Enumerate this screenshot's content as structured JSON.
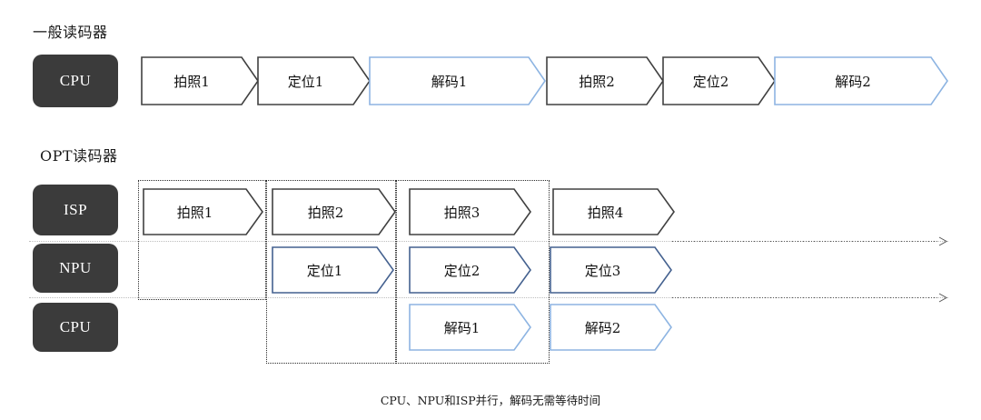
{
  "sections": [
    {
      "id": "general",
      "title": "一般读码器",
      "rows": [
        {
          "label": "CPU",
          "blocks": [
            {
              "text": "拍照1",
              "style": "dark"
            },
            {
              "text": "定位1",
              "style": "dark"
            },
            {
              "text": "解码1",
              "style": "lightblue"
            },
            {
              "text": "拍照2",
              "style": "dark"
            },
            {
              "text": "定位2",
              "style": "dark"
            },
            {
              "text": "解码2",
              "style": "lightblue"
            }
          ]
        }
      ]
    },
    {
      "id": "opt",
      "title": "OPT读码器",
      "rows": [
        {
          "label": "ISP",
          "blocks": [
            {
              "text": "拍照1",
              "style": "dark"
            },
            {
              "text": "拍照2",
              "style": "dark"
            },
            {
              "text": "拍照3",
              "style": "dark"
            },
            {
              "text": "拍照4",
              "style": "dark"
            }
          ]
        },
        {
          "label": "NPU",
          "blocks": [
            {
              "text": "定位1",
              "style": "darkblue"
            },
            {
              "text": "定位2",
              "style": "darkblue"
            },
            {
              "text": "定位3",
              "style": "darkblue"
            }
          ]
        },
        {
          "label": "CPU",
          "blocks": [
            {
              "text": "解码1",
              "style": "lightblue"
            },
            {
              "text": "解码2",
              "style": "lightblue"
            }
          ]
        }
      ]
    }
  ],
  "caption": "CPU、NPU和ISP并行，解码无需等待时间",
  "colors": {
    "pill_background": "#3b3b3b",
    "pill_text": "#ffffff",
    "outline_dark": "#404040",
    "outline_darkblue": "#44618f",
    "outline_lightblue": "#8db4e2",
    "group_dotted": "#2b2b2b",
    "timeline_dotted": "#555555",
    "page_background": "#ffffff"
  },
  "labels": {
    "row_general_cpu": "CPU",
    "row_opt_isp": "ISP",
    "row_opt_npu": "NPU",
    "row_opt_cpu": "CPU"
  }
}
